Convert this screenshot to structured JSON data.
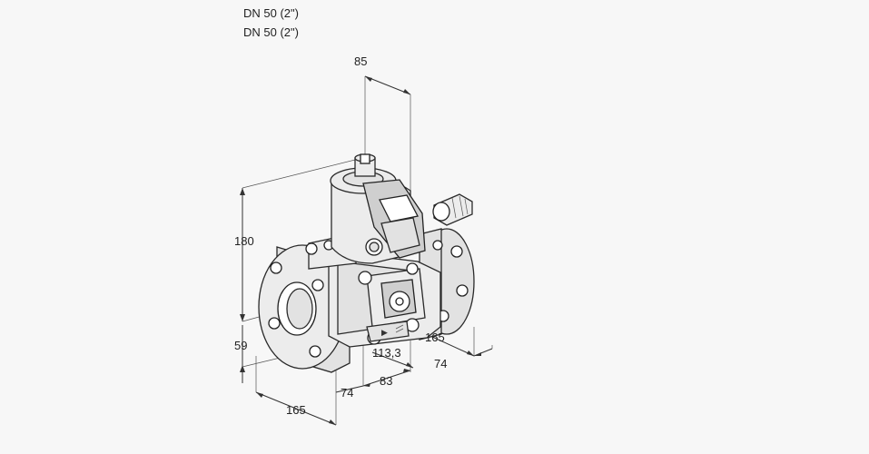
{
  "titles": [
    "DN 50 (2\")",
    "DN 50 (2\")"
  ],
  "dimensions": {
    "top_width": "85",
    "height_total": "180",
    "height_lower": "59",
    "flange_right": "165",
    "depth_right": "74",
    "offset_center": "113,3",
    "offset_side": "83",
    "depth_left": "74",
    "flange_left": "165"
  }
}
